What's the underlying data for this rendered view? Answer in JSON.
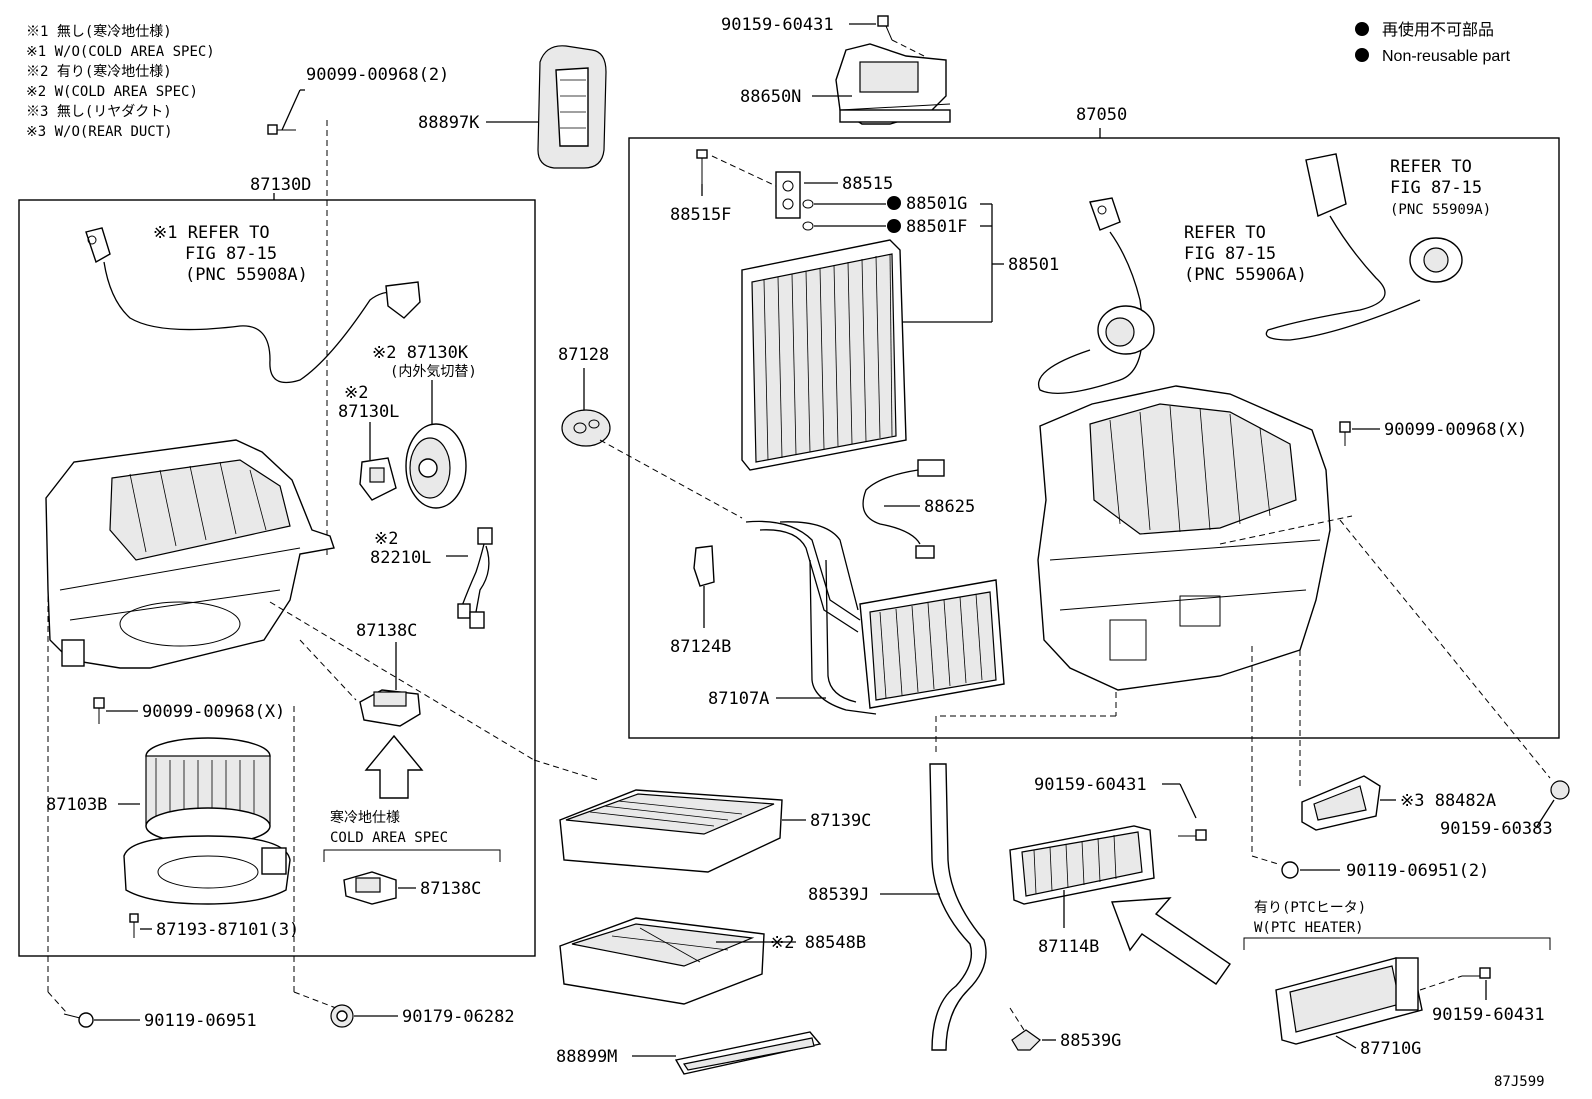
{
  "notes": [
    "※1 無し(寒冷地仕様)",
    "※1 W/O(COLD AREA SPEC)",
    "※2 有り(寒冷地仕様)",
    "※2 W(COLD AREA SPEC)",
    "※3 無し(リヤダクト)",
    "※3 W/O(REAR DUCT)"
  ],
  "legend": {
    "jp": "再使用不可部品",
    "en": "Non-reusable part"
  },
  "labels": {
    "p90099_00968_2": "90099-00968(2)",
    "p88897K": "88897K",
    "p87130D": "87130D",
    "ref1_l1": "※1 REFER TO",
    "ref1_l2": "FIG 87-15",
    "ref1_l3": "(PNC 55908A)",
    "p87130K": "※2 87130K",
    "p87130K_sub": "(内外気切替)",
    "p87130L_a": "※2",
    "p87130L_b": "87130L",
    "p82210L_a": "※2",
    "p82210L_b": "82210L",
    "p87138C_top": "87138C",
    "p90099_00968_X_left": "90099-00968(X)",
    "p87103B": "87103B",
    "cold_jp": "寒冷地仕様",
    "cold_en": "COLD AREA SPEC",
    "p87138C_bottom": "87138C",
    "p87193": "87193-87101(3)",
    "p90119_06951_left": "90119-06951",
    "p90179_06282": "90179-06282",
    "p90159_60431_top": "90159-60431",
    "p88650N": "88650N",
    "p87050": "87050",
    "p88515": "88515",
    "p88515F": "88515F",
    "p88501G": "88501G",
    "p88501F": "88501F",
    "p88501": "88501",
    "ref2_l1": "REFER TO",
    "ref2_l2": "FIG 87-15",
    "ref2_l3": "(PNC 55906A)",
    "ref3_l1": "REFER TO",
    "ref3_l2": "FIG 87-15",
    "ref3_l3": "(PNC 55909A)",
    "p87128": "87128",
    "p90099_00968_X_right": "90099-00968(X)",
    "p88625": "88625",
    "p87124B": "87124B",
    "p87107A": "87107A",
    "p87139C": "87139C",
    "p88539J": "88539J",
    "p88548B": "※2 88548B",
    "p88899M": "88899M",
    "p88539G": "88539G",
    "p90159_60431_mid": "90159-60431",
    "p87114B": "87114B",
    "p88482A": "※3 88482A",
    "p90159_60383": "90159-60383",
    "p90119_06951_2": "90119-06951(2)",
    "ptc_jp": "有り(PTCヒータ)",
    "ptc_en": "W(PTC HEATER)",
    "p90159_60431_right": "90159-60431",
    "p87710G": "87710G",
    "fig_code": "87J599"
  }
}
